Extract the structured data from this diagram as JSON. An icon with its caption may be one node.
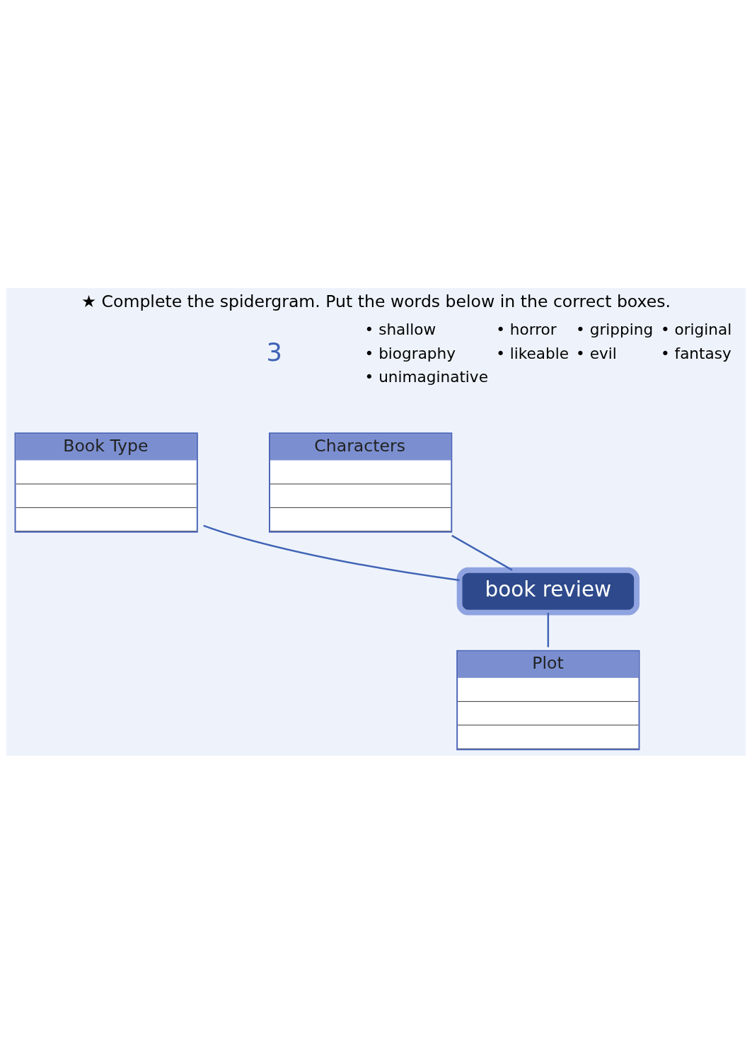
{
  "diagram": {
    "title": "★ Complete the spidergram. Put the words below in the correct boxes.",
    "nodes": [
      {
        "text": [
          "Book Type"
        ]
      },
      {
        "text": [
          "Characters"
        ]
      },
      {
        "text": [
          "book review"
        ]
      },
      {
        "text": [
          "Plot"
        ]
      }
    ],
    "edges": [
      {
        "from": 2,
        "to": 0,
        "arrow": "none"
      },
      {
        "from": 2,
        "to": 1,
        "arrow": "none"
      },
      {
        "from": 2,
        "to": 3,
        "arrow": "none"
      }
    ],
    "labels": [
      "3",
      "• shallow",
      "• horror",
      "• gripping",
      "• original",
      "• biography",
      "• likeable",
      "• evil",
      "• fantasy",
      "• unimaginative"
    ]
  }
}
